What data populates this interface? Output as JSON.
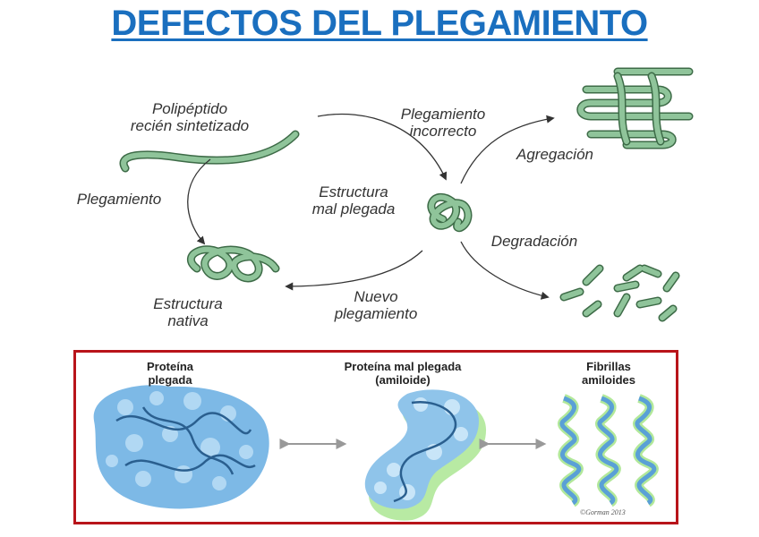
{
  "title": "DEFECTOS DEL PLEGAMIENTO",
  "colors": {
    "title": "#1a6fbf",
    "strand": "#8fc49a",
    "strand_edge": "#3d6b47",
    "arrow": "#333333",
    "frame": "#b8141a",
    "protein": "#6fb0e0",
    "glow": "#7ed957"
  },
  "cycle": {
    "polypeptide_line1": "Polipéptido",
    "polypeptide_line2": "recién sintetizado",
    "folding": "Plegamiento",
    "native_line1": "Estructura",
    "native_line2": "nativa",
    "misfolded_line1": "Estructura",
    "misfolded_line2": "mal plegada",
    "incorrect_line1": "Plegamiento",
    "incorrect_line2": "incorrecto",
    "refold_line1": "Nuevo",
    "refold_line2": "plegamiento",
    "aggregation": "Agregación",
    "degradation": "Degradación"
  },
  "panel": {
    "folded_line1": "Proteína",
    "folded_line2": "plegada",
    "amyloid_line1": "Proteína mal plegada",
    "amyloid_line2": "(amiloide)",
    "fibrils_line1": "Fibrillas",
    "fibrils_line2": "amiloides",
    "signature": "©Gorman 2013"
  }
}
